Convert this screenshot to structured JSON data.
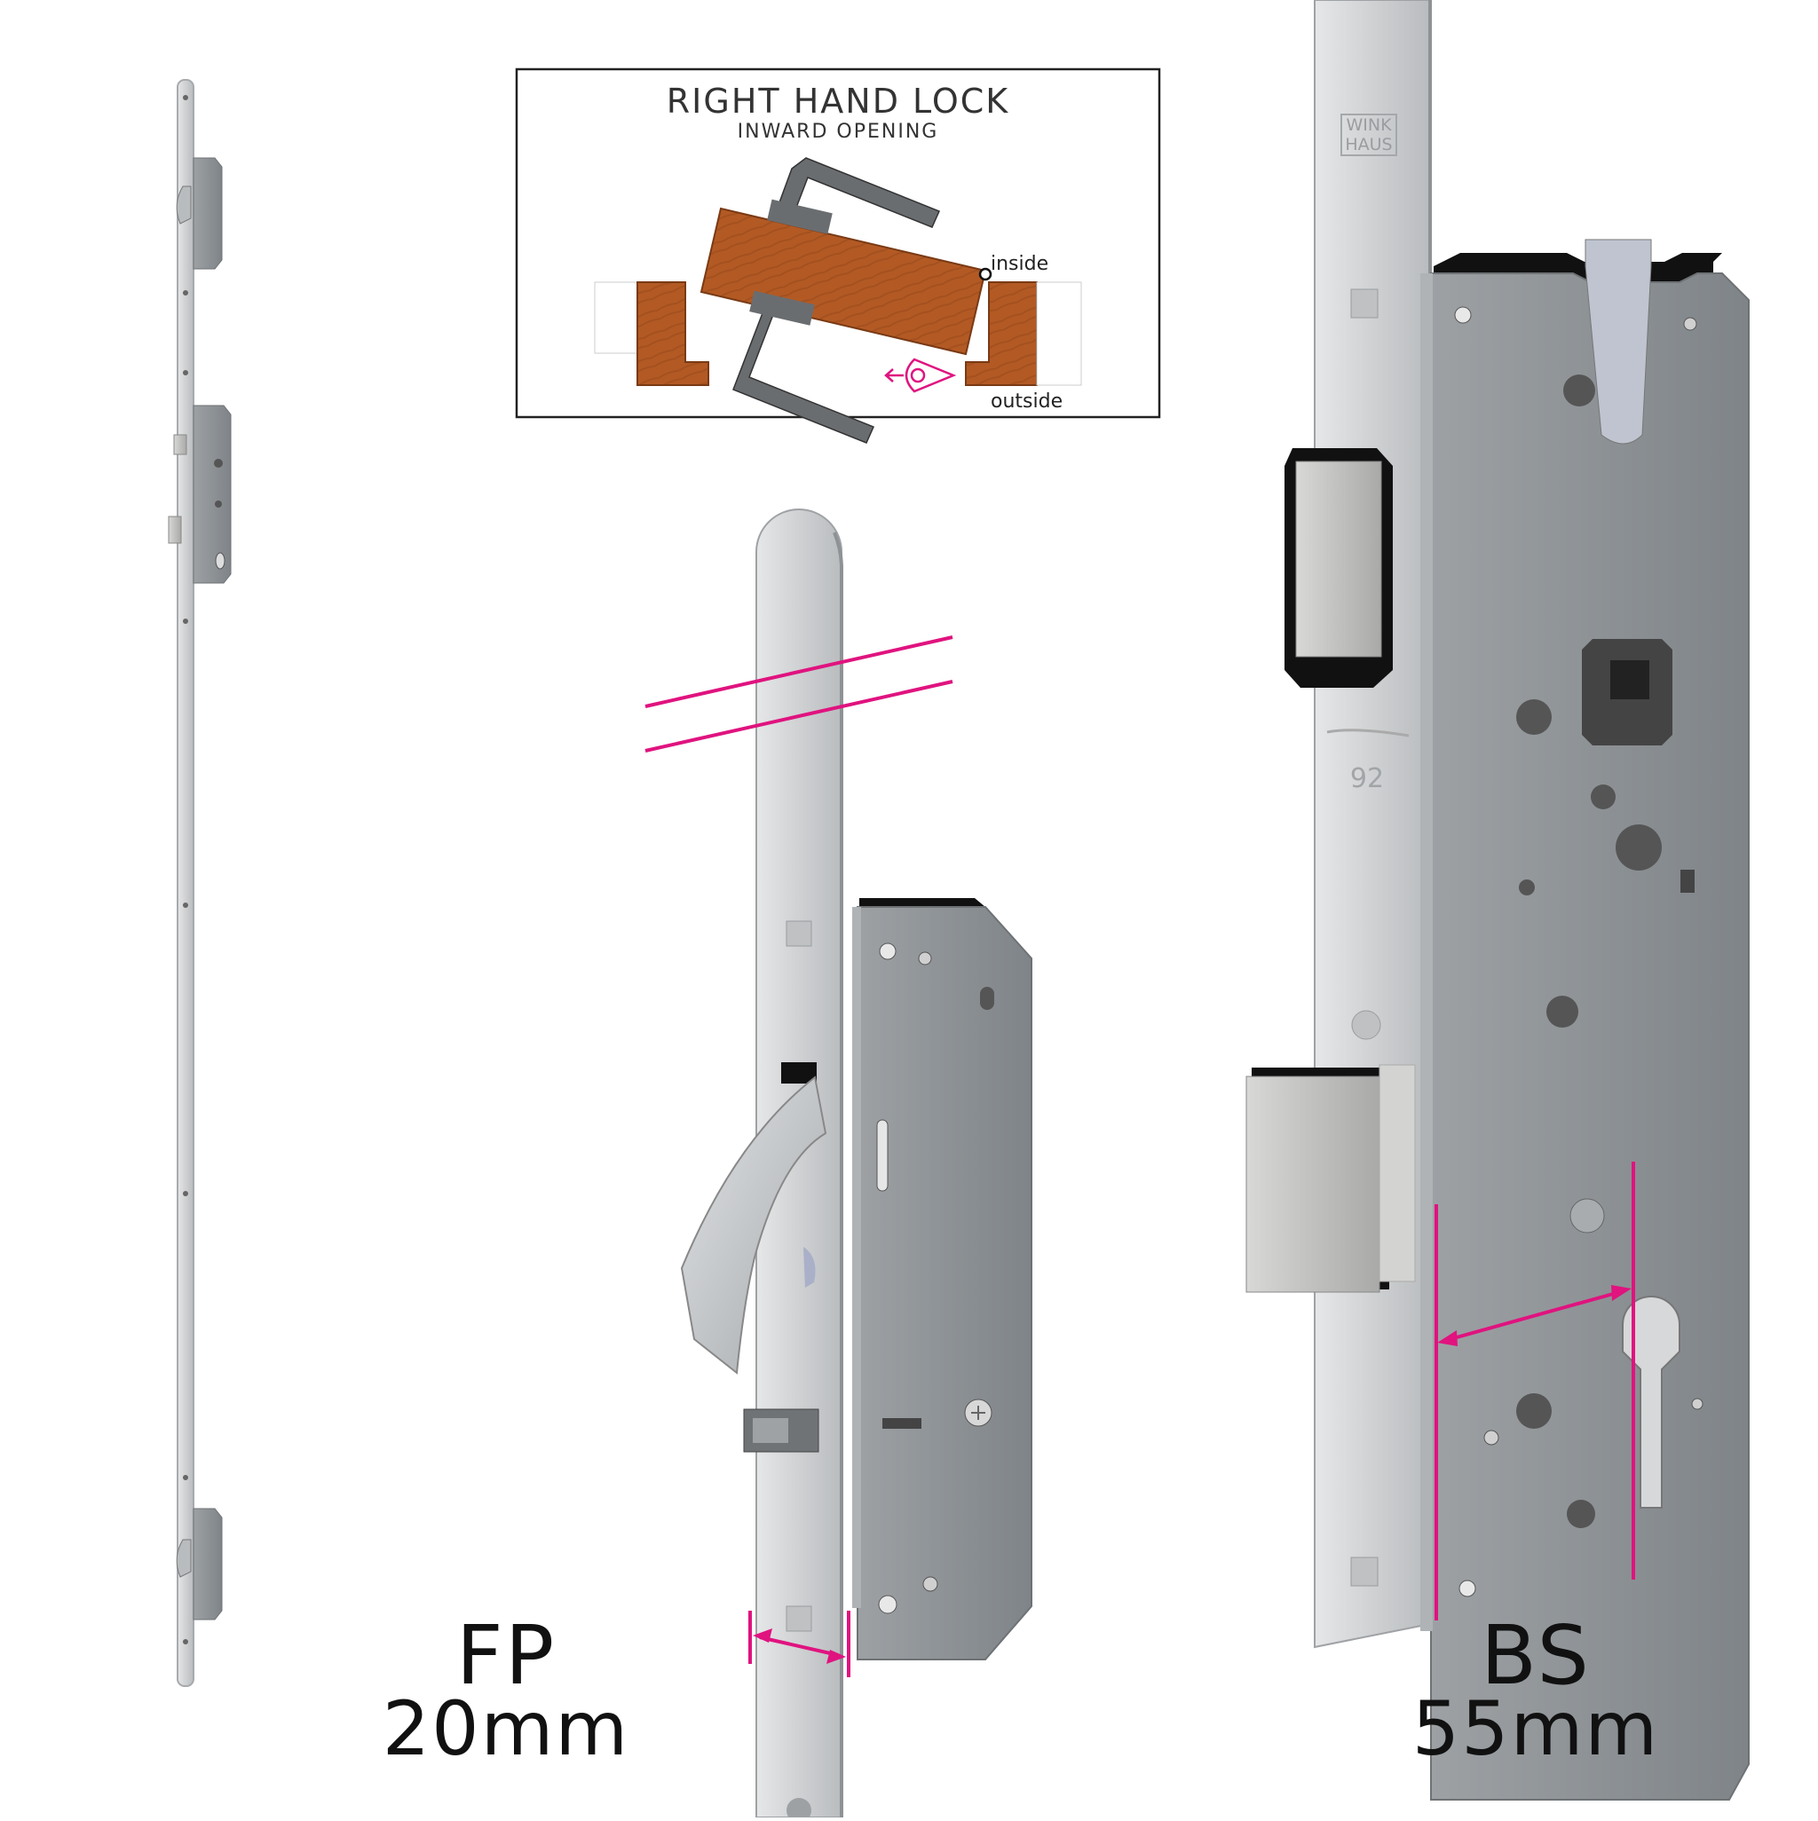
{
  "inset": {
    "title": "RIGHT HAND LOCK",
    "subtitle": "INWARD OPENING",
    "label_inside": "inside",
    "label_outside": "outside"
  },
  "dimensions": {
    "fp_label": "FP",
    "fp_value": "20mm",
    "bs_label": "BS",
    "bs_value": "55mm"
  },
  "embossing": {
    "brand": "WINK\nHAUS",
    "model": "92"
  },
  "colors": {
    "accent": "#e0137f",
    "steel": "#c9ccce",
    "body_grey": "#8a8f93",
    "wood": "#b35a24"
  }
}
